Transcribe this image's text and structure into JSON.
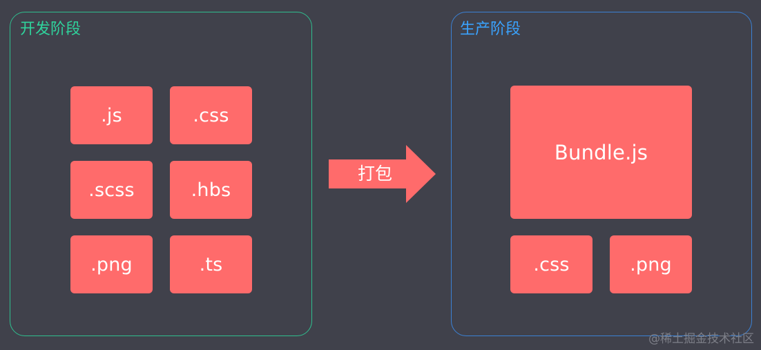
{
  "dev": {
    "title": "开发阶段",
    "files": [
      ".js",
      ".css",
      ".scss",
      ".hbs",
      ".png",
      ".ts"
    ]
  },
  "arrow": {
    "label": "打包"
  },
  "prod": {
    "title": "生产阶段",
    "bundle": "Bundle.js",
    "files": [
      ".css",
      ".png"
    ]
  },
  "watermark": "@稀土掘金技术社区",
  "colors": {
    "background": "#40414b",
    "tile": "#ff6b6b",
    "dev_accent": "#2fd39c",
    "prod_accent": "#3aa3ff",
    "text": "#ffffff"
  }
}
